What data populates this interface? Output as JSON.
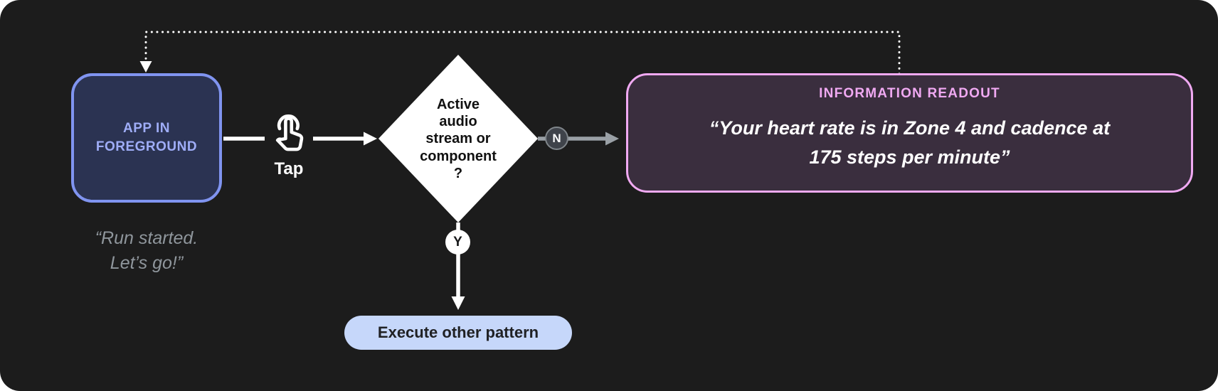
{
  "app_box": {
    "label": "APP IN\nFOREGROUND",
    "caption": "“Run started.\nLet’s go!”"
  },
  "tap": {
    "label": "Tap",
    "icon": "touch-app-icon"
  },
  "decision": {
    "label": "Active\naudio\nstream or\ncomponent\n?"
  },
  "branches": {
    "no": "N",
    "yes": "Y"
  },
  "readout_box": {
    "title": "INFORMATION READOUT",
    "quote": "“Your heart rate is in Zone 4 and cadence at\n175 steps per minute”"
  },
  "action_pill": {
    "label": "Execute other pattern"
  },
  "colors": {
    "canvas_bg": "#1c1c1c",
    "app_box_border": "#8094f0",
    "app_box_fill": "#2b3352",
    "app_box_text": "#9fadf7",
    "caption_text": "#8f969c",
    "diamond_fill": "#ffffff",
    "no_badge_fill": "#3f434a",
    "no_arrow": "#9aa0a6",
    "readout_border": "#f0a9f2",
    "readout_fill": "#3a2e3e",
    "readout_title": "#f0a9f2",
    "pill_fill": "#c6d7fa",
    "pill_text": "#202124",
    "connector": "#ffffff"
  }
}
